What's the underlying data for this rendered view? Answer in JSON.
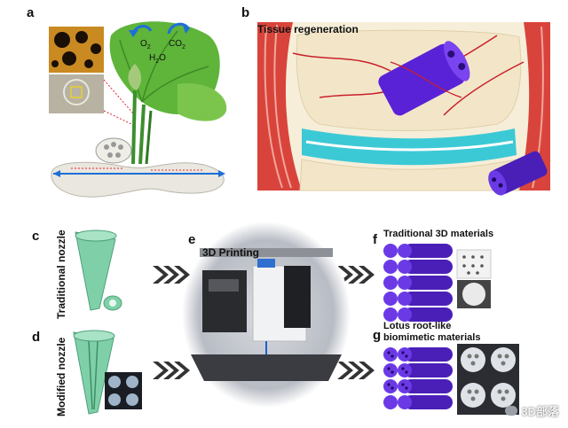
{
  "panels": {
    "a": {
      "letter": "a",
      "o2": "O",
      "o2_sub": "2",
      "h2o_pre": "H",
      "h2o_sub": "2",
      "h2o_post": "O",
      "co2": "CO",
      "co2_sub": "2"
    },
    "b": {
      "letter": "b",
      "title": "Tissue regeneration"
    },
    "c": {
      "letter": "c",
      "side_label": "Traditional nozzle"
    },
    "d": {
      "letter": "d",
      "side_label": "Modified nozzle"
    },
    "e": {
      "letter": "e",
      "title": "3D Printing"
    },
    "f": {
      "letter": "f",
      "title": "Traditional 3D materials"
    },
    "g": {
      "letter": "g",
      "title_line1": "Lotus root-like",
      "title_line2": "biomimetic materials"
    }
  },
  "watermark": {
    "text": "3D部落"
  },
  "colors": {
    "purple": "#4a1fb8",
    "nozzle_green": "#7fd0a8",
    "tissue_red": "#c8202a",
    "cartilage_cyan": "#3cc9d6",
    "bone_beige": "#f3e6c8"
  }
}
